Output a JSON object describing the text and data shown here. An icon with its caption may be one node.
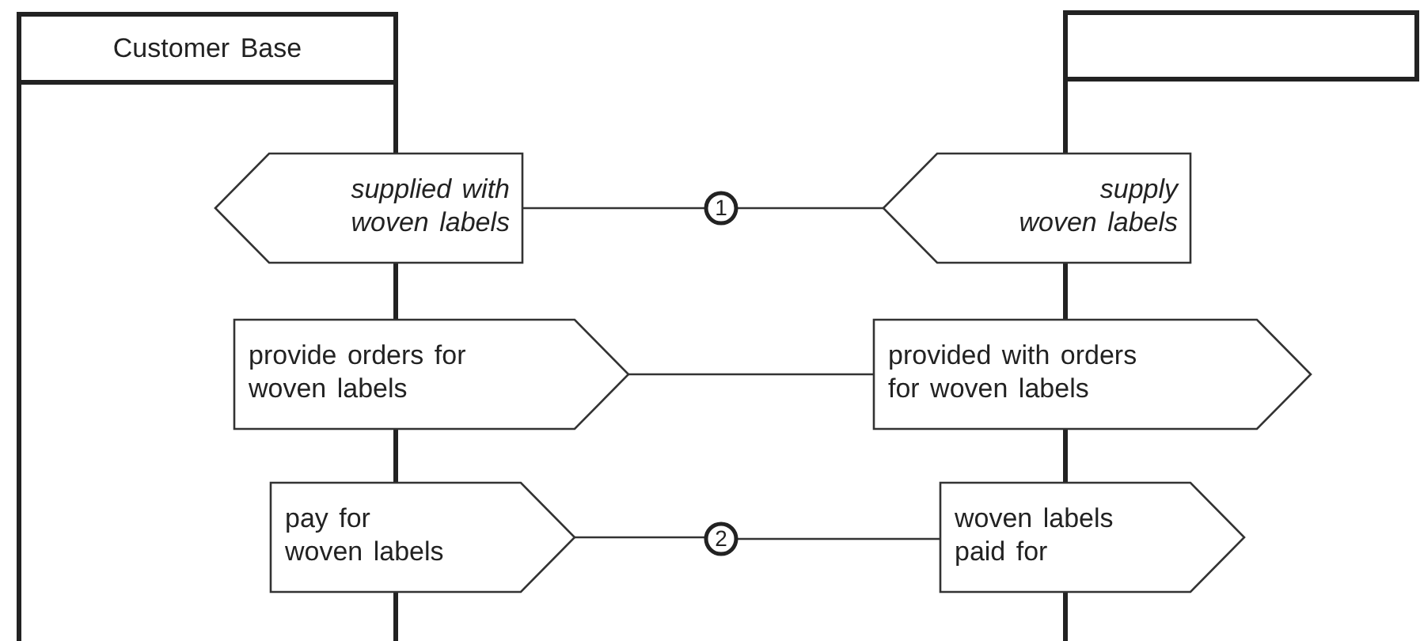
{
  "diagram": {
    "nodes": [
      {
        "text": [
          "Customer Base"
        ]
      },
      {
        "text": [],
        "shape": "box"
      },
      {
        "text": [
          "supplied with woven labels"
        ]
      },
      {
        "text": [
          "1"
        ]
      },
      {
        "text": [
          "supply woven labels"
        ]
      },
      {
        "text": [
          "provide orders for woven labels"
        ]
      },
      {
        "text": [
          "provided with orders for woven labels"
        ]
      },
      {
        "text": [
          "pay for woven labels"
        ]
      },
      {
        "text": [
          "2"
        ]
      },
      {
        "text": [
          "woven labels paid for"
        ]
      }
    ],
    "edges": [
      {
        "from": 2,
        "to": 3,
        "arrow": "none"
      },
      {
        "from": 3,
        "to": 4,
        "arrow": "none"
      },
      {
        "from": 5,
        "to": 6,
        "arrow": "none"
      },
      {
        "from": 7,
        "to": 8,
        "arrow": "none"
      },
      {
        "from": 8,
        "to": 9,
        "arrow": "none"
      }
    ]
  }
}
